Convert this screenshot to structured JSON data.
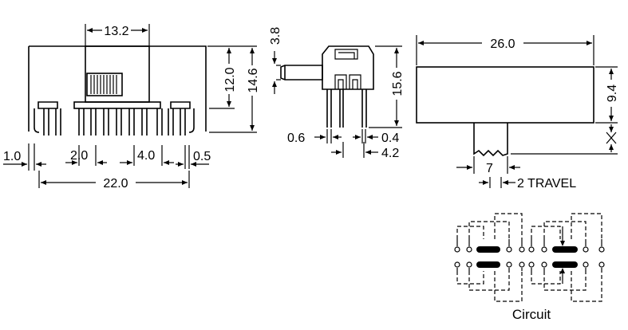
{
  "front_view": {
    "width_top": "13.2",
    "height_inner": "12.0",
    "height_outer": "14.6",
    "pin_end": "1.0",
    "pitch_small": "2.0",
    "pitch_large": "4.0",
    "pin_width": "0.5",
    "overall_width": "22.0"
  },
  "side_view": {
    "knob_height": "3.8",
    "body_height": "15.6",
    "pin_left": "0.6",
    "pin_right": "0.4",
    "pin_spacing": "4.2"
  },
  "top_view": {
    "length": "26.0",
    "depth": "9.4",
    "knob_width": "7",
    "travel": "2 TRAVEL"
  },
  "circuit": {
    "caption": "Circuit"
  }
}
